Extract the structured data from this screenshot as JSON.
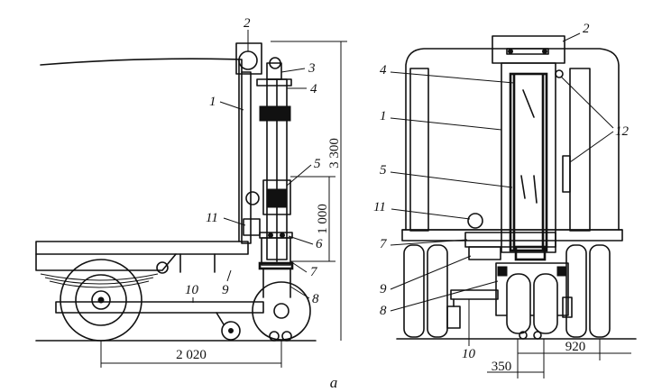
{
  "caption": "a",
  "labels_left": [
    "2",
    "3",
    "4",
    "1",
    "5",
    "11",
    "6",
    "7",
    "8",
    "9",
    "10"
  ],
  "labels_right": [
    "2",
    "4",
    "1",
    "12",
    "5",
    "11",
    "7",
    "9",
    "8",
    "10"
  ],
  "dimensions": {
    "height_total": "3 300",
    "lift_height": "1 000",
    "wheelbase": "2 020",
    "track_inner": "350",
    "track_outer": "920"
  }
}
